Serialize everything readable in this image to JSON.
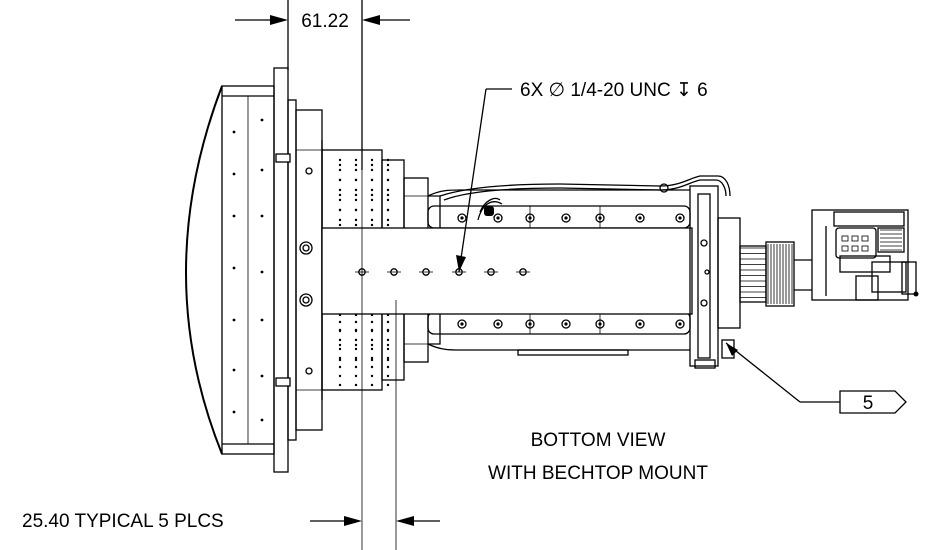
{
  "dimensions": {
    "top_width": "61.22",
    "bottom_spacing": "25.40 TYPICAL 5 PLCS"
  },
  "callouts": {
    "hole_note": "6X ∅ 1/4-20 UNC ↧ 6",
    "balloon_number": "5"
  },
  "view_title": {
    "line1": "BOTTOM VIEW",
    "line2": "WITH BECHTOP MOUNT"
  }
}
